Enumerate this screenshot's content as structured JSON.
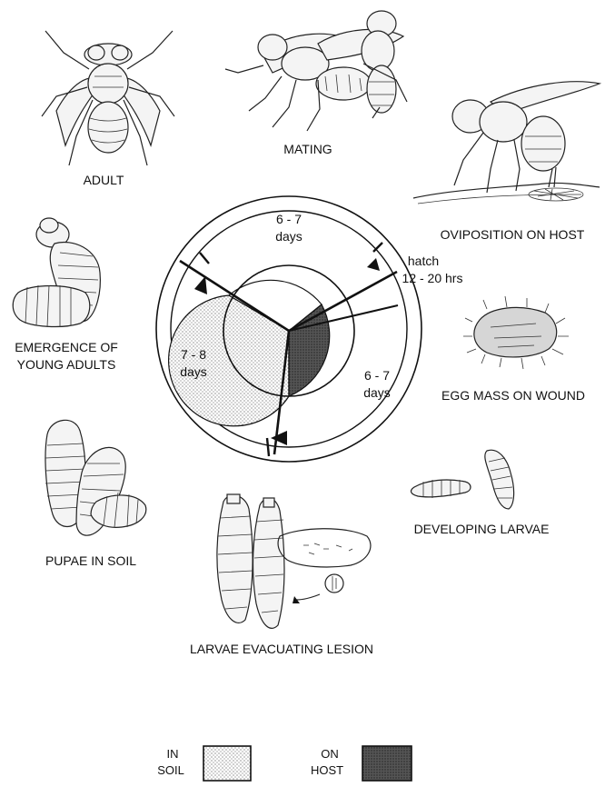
{
  "stages": {
    "adult": "ADULT",
    "mating": "MATING",
    "oviposition": "OVIPOSITION ON HOST",
    "egg_mass": "EGG MASS ON WOUND",
    "developing_larvae": "DEVELOPING LARVAE",
    "larvae_evacuating": "LARVAE EVACUATING LESION",
    "pupae": "PUPAE IN SOIL",
    "emergence_line1": "EMERGENCE OF",
    "emergence_line2": "YOUNG ADULTS"
  },
  "durations": {
    "top_value": "6 - 7",
    "top_unit": "days",
    "hatch_label": "hatch",
    "hatch_value": "12 - 20 hrs",
    "right_value": "6 - 7",
    "right_unit": "days",
    "left_value": "7 - 8",
    "left_unit": "days"
  },
  "legend": {
    "soil_line1": "IN",
    "soil_line2": "SOIL",
    "host_line1": "ON",
    "host_line2": "HOST"
  },
  "colors": {
    "soil_stipple": "#bdbdbd",
    "host_dark": "#4a4a4a"
  }
}
